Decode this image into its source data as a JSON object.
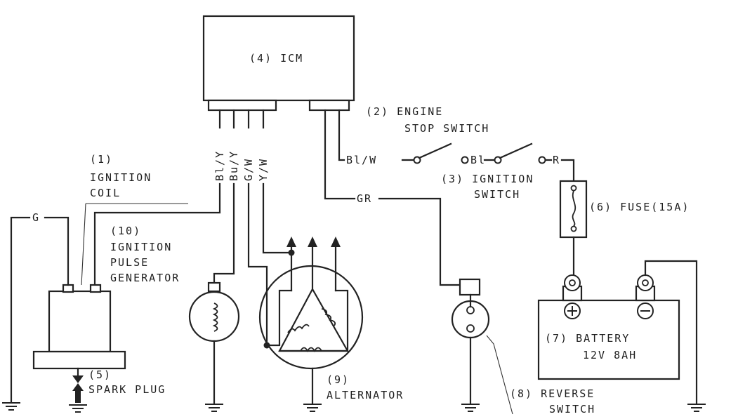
{
  "components": {
    "icm": "(4) ICM",
    "engine_stop_switch": [
      "(2) ENGINE",
      "STOP SWITCH"
    ],
    "ignition_switch": [
      "(3) IGNITION",
      "SWITCH"
    ],
    "fuse": "(6) FUSE(15A)",
    "ignition_coil": [
      "(1)",
      "IGNITION",
      "COIL"
    ],
    "pulse_generator": [
      "(10)",
      "IGNITION",
      "PULSE",
      "GENERATOR"
    ],
    "battery": [
      "(7) BATTERY",
      "12V 8AH"
    ],
    "spark_plug": [
      "(5)",
      "SPARK PLUG"
    ],
    "alternator": [
      "(9)",
      "ALTERNATOR"
    ],
    "reverse_switch": [
      "(8) REVERSE",
      "SWITCH"
    ]
  },
  "wires": {
    "icm_connector_a": [
      "Bl/Y",
      "Bu/Y",
      "G/W",
      "Y/W"
    ],
    "icm_connector_b": [
      "Bl/W",
      "GR"
    ],
    "switch_link": "Bl",
    "battery_feed": "R",
    "coil_ground": "G"
  },
  "terminals": {
    "positive": "+",
    "negative": "−"
  },
  "icons": {
    "ground": "ground-icon",
    "coil": "coil-winding-icon",
    "arrow": "arrow-up-icon"
  }
}
